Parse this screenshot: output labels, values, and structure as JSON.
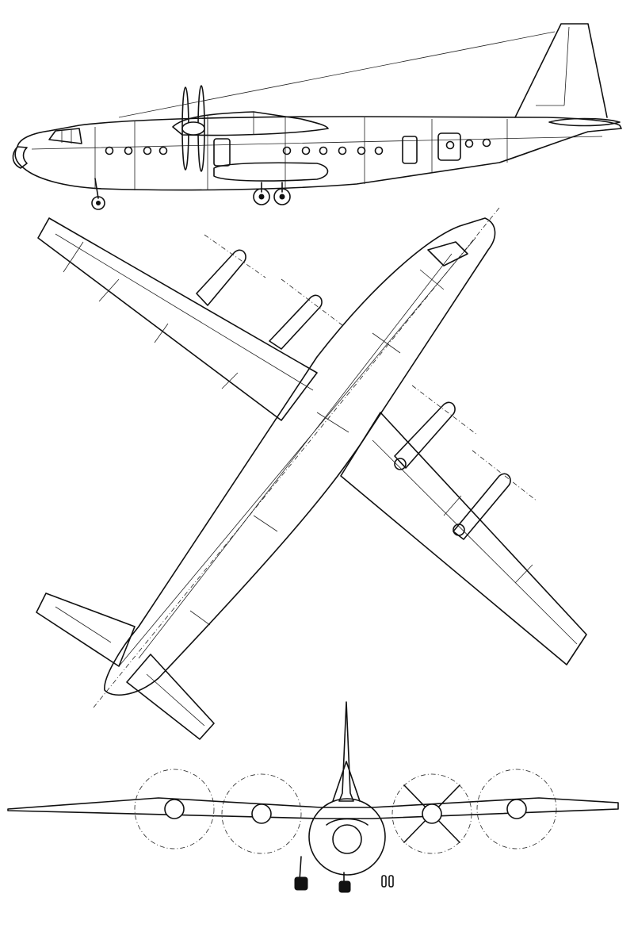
{
  "drawing": {
    "views": [
      "side-view",
      "top-view",
      "front-view"
    ],
    "engine_count": 4,
    "propeller_blades": 4,
    "colors": {
      "ink": "#111111",
      "paper": "#ffffff"
    }
  }
}
